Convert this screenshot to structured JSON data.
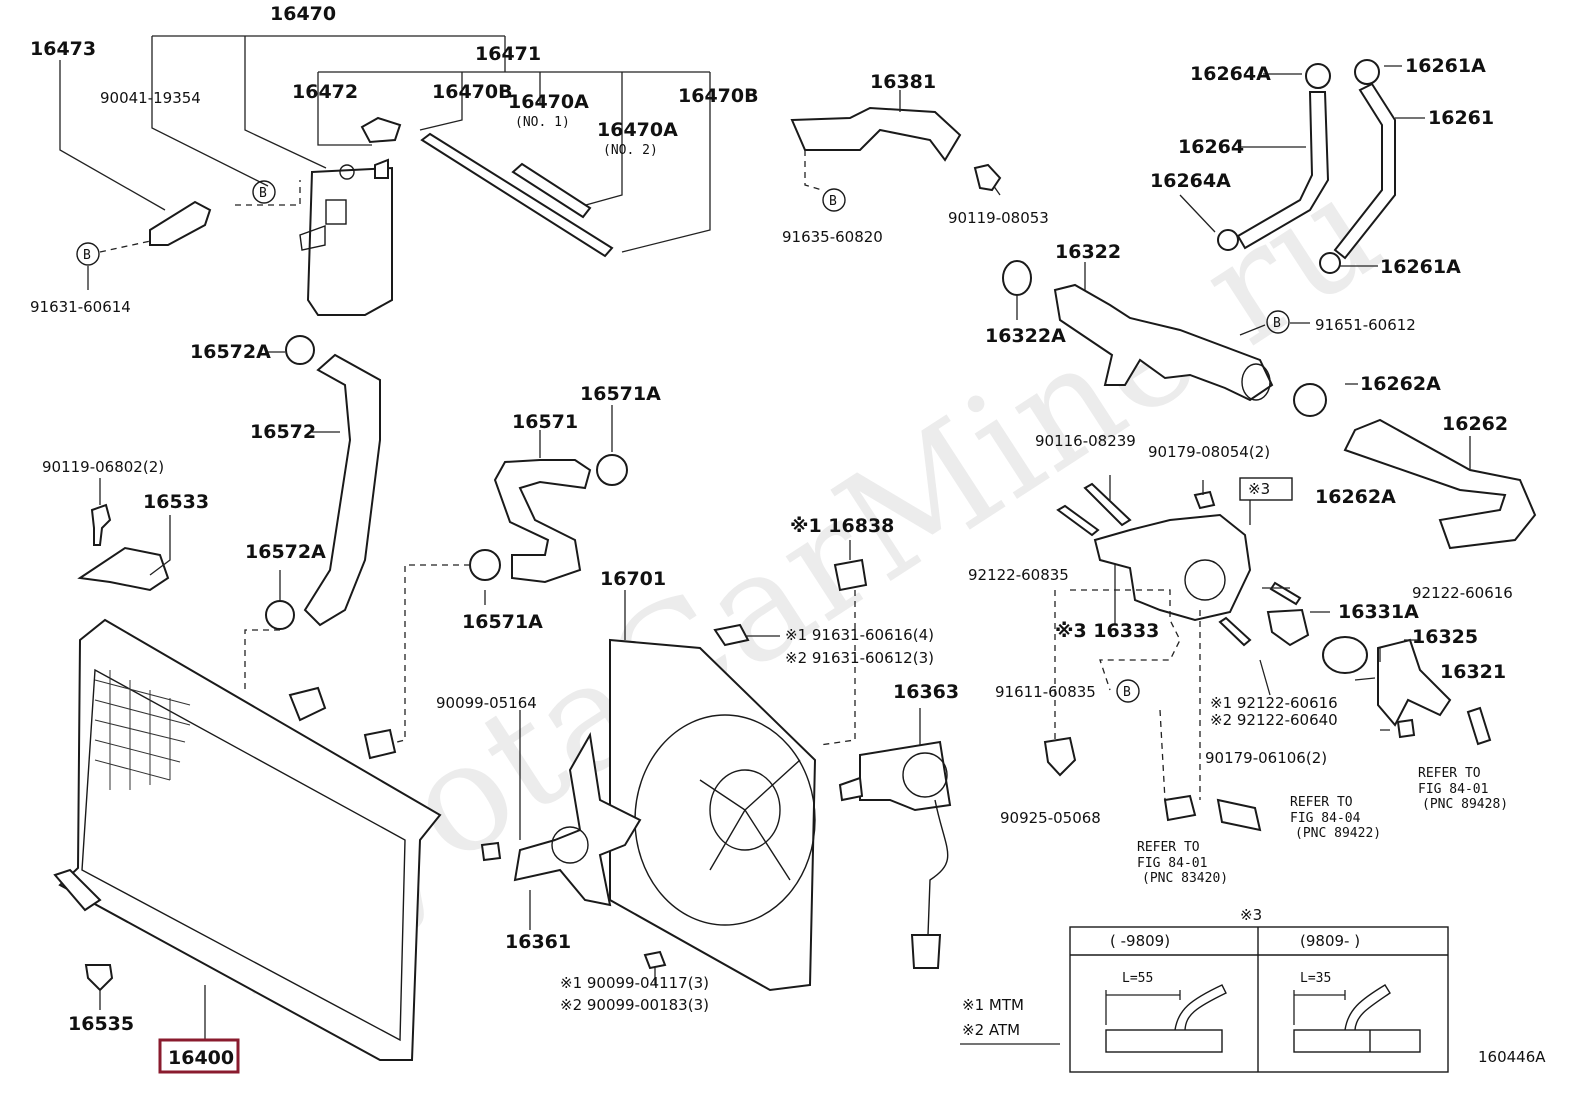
{
  "watermark": "ToyotaCarMine.ru",
  "diagram_id": "160446A",
  "selected_part": "16400",
  "labels": {
    "p16470": "16470",
    "p16473": "16473",
    "p16471": "16471",
    "p90041": "90041-19354",
    "p16472": "16472",
    "p16470B_1": "16470B",
    "p16470A_1": "16470A",
    "p16470A_1_sub": "(NO. 1)",
    "p16470B_2": "16470B",
    "p16470A_2": "16470A",
    "p16470A_2_sub": "(NO. 2)",
    "p91631_60614": "91631-60614",
    "p16381": "16381",
    "p90119_08053": "90119-08053",
    "p91635_60820": "91635-60820",
    "p16264A_1": "16264A",
    "p16261A_1": "16261A",
    "p16264": "16264",
    "p16261": "16261",
    "p16264A_2": "16264A",
    "p16261A_2": "16261A",
    "p16322": "16322",
    "p16322A": "16322A",
    "p91651_60612": "91651-60612",
    "p16262A_1": "16262A",
    "p16262": "16262",
    "p16262A_2": "16262A",
    "p16572A_1": "16572A",
    "p16572": "16572",
    "p16571A_1": "16571A",
    "p16571": "16571",
    "p90119_06802": "90119-06802(2)",
    "p16533": "16533",
    "p16572A_2": "16572A",
    "p16571A_2": "16571A",
    "p16838": "※1 16838",
    "p16701": "16701",
    "p91631_60616": "※1 91631-60616(4)",
    "p91631_60612": "※2 91631-60612(3)",
    "p90099_05164": "90099-05164",
    "p16363": "16363",
    "p16361": "16361",
    "p90099_04117": "※1 90099-04117(3)",
    "p90099_00183": "※2 90099-00183(3)",
    "p90116_08239": "90116-08239",
    "p90179_08054": "90179-08054(2)",
    "p_mark3": "※3",
    "p92122_60835": "92122-60835",
    "p16333": "※3 16333",
    "p92122_60616_a": "92122-60616",
    "p16331A": "16331A",
    "p16325": "16325",
    "p16321": "16321",
    "p91611_60835": "91611-60835",
    "p92122_60616_b": "※1 92122-60616",
    "p92122_60640": "※2 92122-60640",
    "p90179_06106": "90179-06106(2)",
    "p90925_05068": "90925-05068",
    "ref1_a": "REFER TO",
    "ref1_b": "FIG 84-01",
    "ref1_c": "(PNC 83420)",
    "ref2_a": "REFER TO",
    "ref2_b": "FIG 84-04",
    "ref2_c": "(PNC 89422)",
    "ref3_a": "REFER TO",
    "ref3_b": "FIG 84-01",
    "ref3_c": "(PNC 89428)",
    "p16535": "16535",
    "p16400": "16400",
    "legend_mtm": "※1 MTM",
    "legend_atm": "※2 ATM",
    "detail_title": "※3",
    "detail_col1": "(    -9809)",
    "detail_col2": "(9809-     )",
    "detail_l1": "L=55",
    "detail_l2": "L=35",
    "b_mark": "B"
  }
}
